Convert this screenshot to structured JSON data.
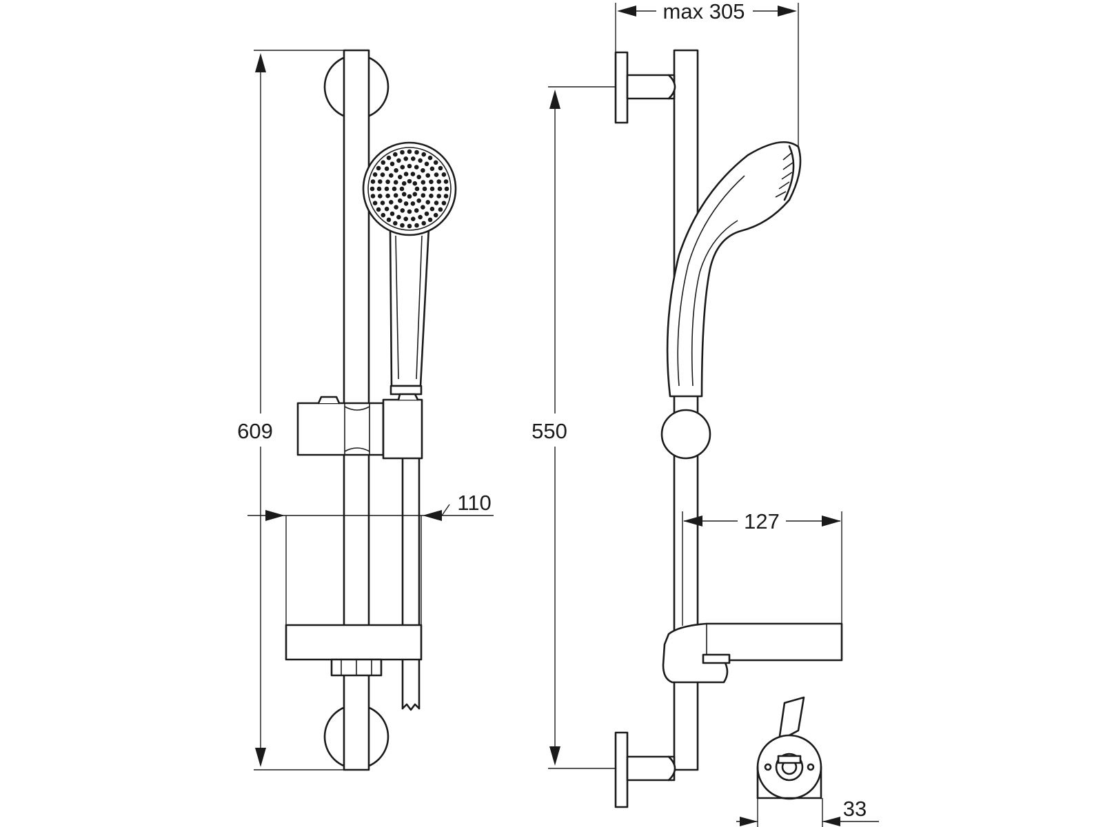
{
  "dimensions": {
    "overall_height": "609",
    "bracket_distance": "550",
    "max_projection": "max 305",
    "soap_dish_width": "110",
    "soap_dish_depth": "127",
    "wall_bracket_depth": "33"
  }
}
